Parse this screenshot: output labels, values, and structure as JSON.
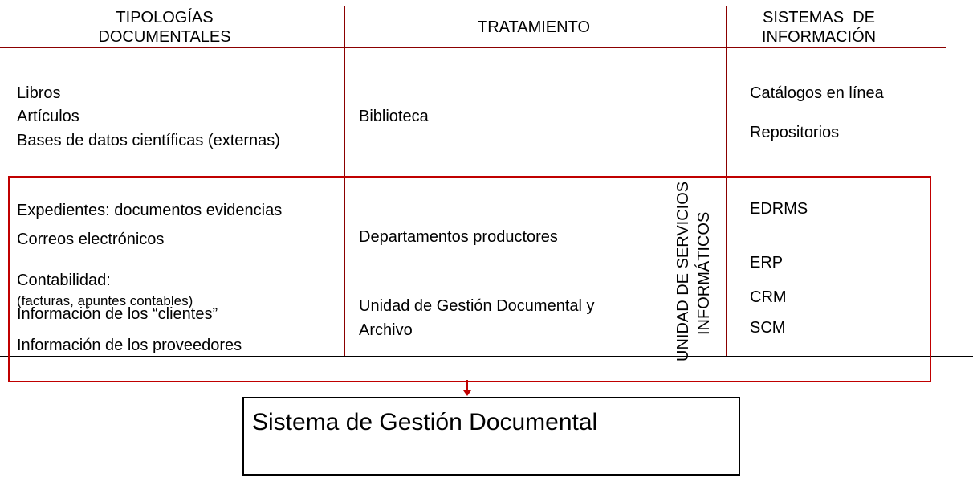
{
  "colors": {
    "accent": "#c00000",
    "divider": "#8b0000",
    "text": "#000000",
    "background": "#ffffff"
  },
  "headers": {
    "col1_line1": "TIPOLOGÍAS",
    "col1_line2": "DOCUMENTALES",
    "col2": "TRATAMIENTO",
    "col3_line1": "SISTEMAS  DE",
    "col3_line2": "INFORMACIÓN"
  },
  "section1": {
    "types": [
      "Libros",
      "Artículos",
      "Bases de datos científicas (externas)"
    ],
    "treatment": "Biblioteca",
    "systems": [
      "Catálogos en línea",
      "Repositorios"
    ]
  },
  "section2": {
    "types": [
      "Expedientes: documentos evidencias",
      "Correos electrónicos",
      "Contabilidad:",
      "(facturas, apuntes contables)",
      "Información de los “clientes”",
      "Información de los proveedores"
    ],
    "treatment": [
      "Departamentos productores",
      "Unidad de Gestión Documental y",
      "Archivo"
    ],
    "systems": [
      "EDRMS",
      "ERP",
      "CRM",
      "SCM"
    ]
  },
  "vertical_label": {
    "line1": "UNIDAD DE SERVICIOS",
    "line2": "INFORMÁTICOS"
  },
  "result_box": {
    "title": "Sistema de Gestión Documental"
  }
}
